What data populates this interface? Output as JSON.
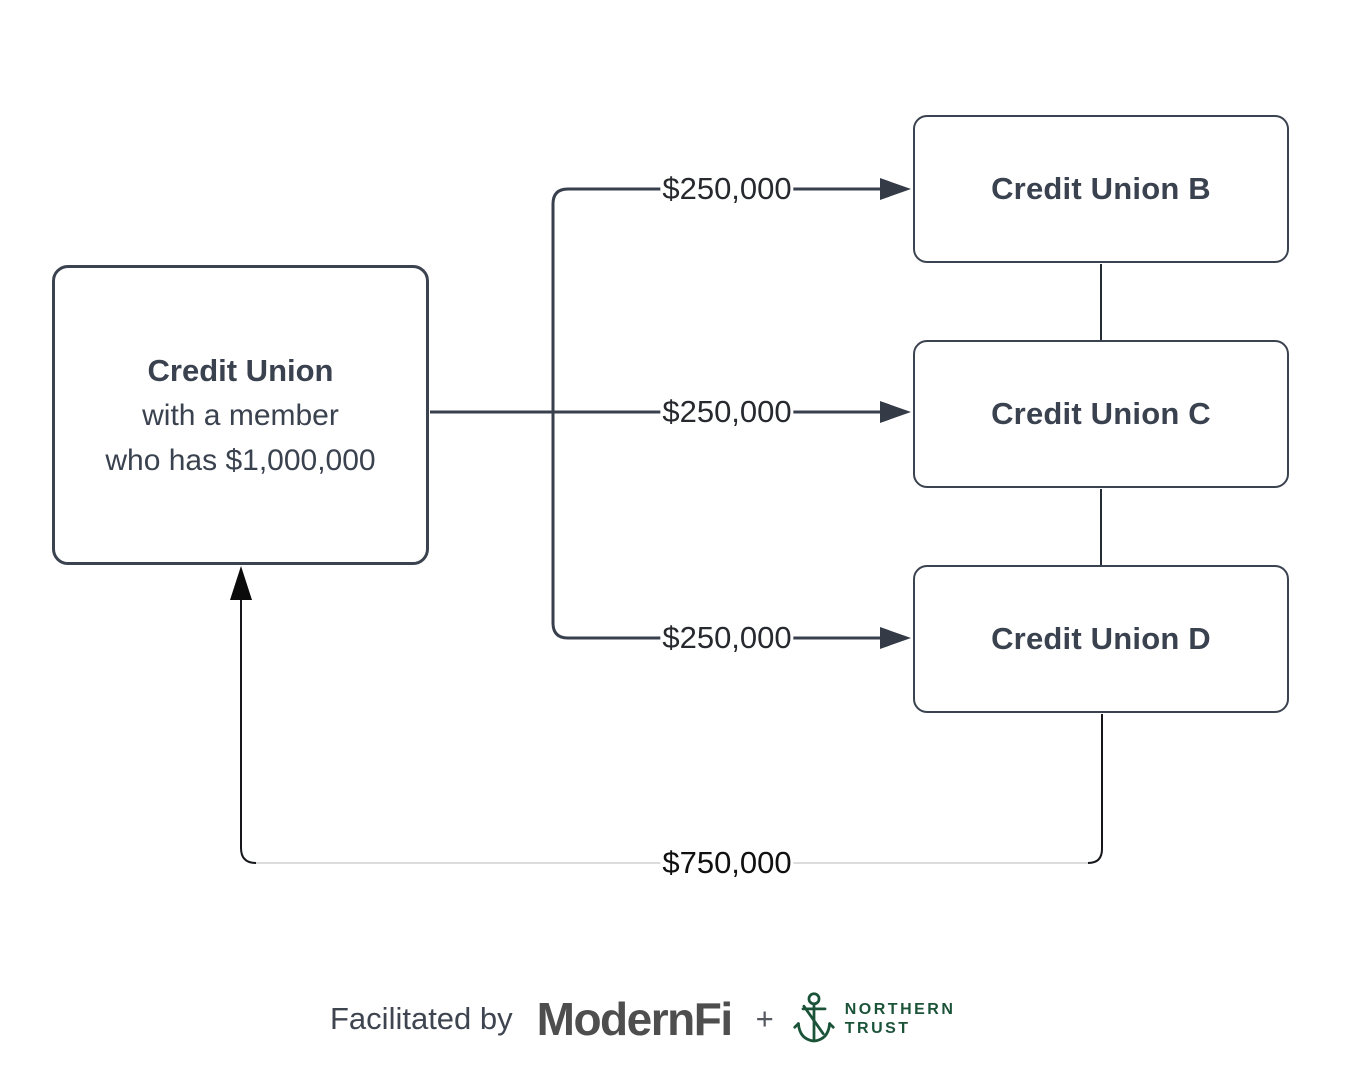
{
  "diagram": {
    "source_box": {
      "title": "Credit Union",
      "line2": "with a member",
      "line3": "who has $1,000,000"
    },
    "destination_boxes": [
      {
        "label": "Credit Union B"
      },
      {
        "label": "Credit Union C"
      },
      {
        "label": "Credit Union D"
      }
    ],
    "flow_labels": [
      {
        "amount": "$250,000",
        "to": "Credit Union B"
      },
      {
        "amount": "$250,000",
        "to": "Credit Union C"
      },
      {
        "amount": "$250,000",
        "to": "Credit Union D"
      }
    ],
    "return_label": {
      "amount": "$750,000"
    }
  },
  "footer": {
    "facilitated_by": "Facilitated by",
    "modernfi_logo_text": "ModernFi",
    "plus": "+",
    "northern_trust_line1": "NORTHERN",
    "northern_trust_line2": "TRUST"
  },
  "colors": {
    "line_slate": "#39404d",
    "box_border": "#3b4350",
    "box_text": "#3a424f",
    "amount_text": "#26292e",
    "return_line": "#15171a",
    "return_line_light": "#c6c6c6",
    "modernfi_gray": "#4e4e4e",
    "northern_trust_green": "#1b5339",
    "background": "#ffffff"
  }
}
